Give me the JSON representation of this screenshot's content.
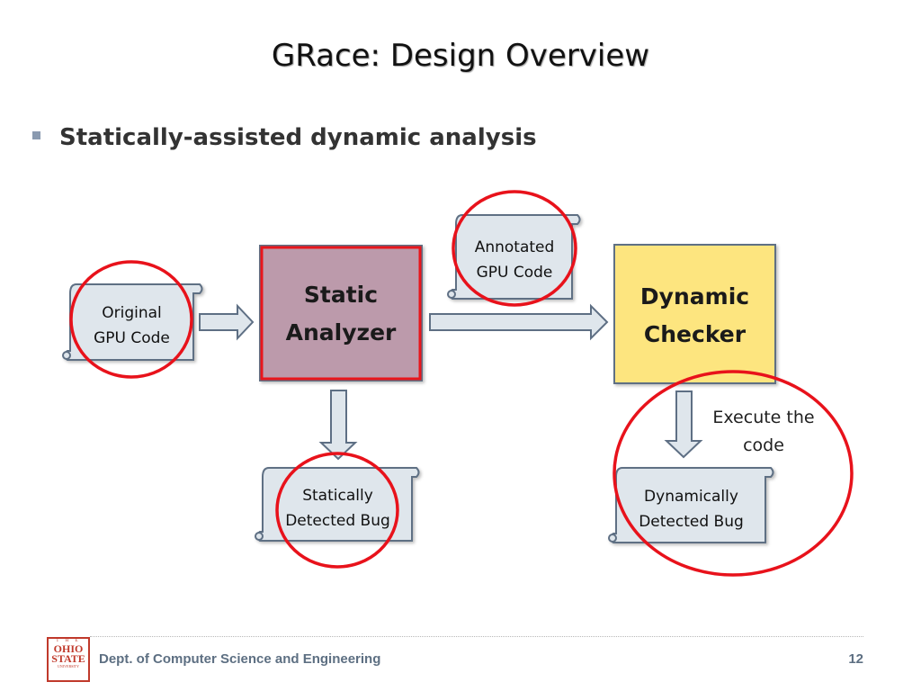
{
  "title": "GRace: Design Overview",
  "bullet": "Statically-assisted dynamic analysis",
  "scrolls": {
    "original": [
      "Original",
      "GPU Code"
    ],
    "annotated": [
      "Annotated",
      "GPU Code"
    ],
    "static_bug": [
      "Statically",
      "Detected Bug"
    ],
    "dynamic_bug": [
      "Dynamically",
      "Detected Bug"
    ]
  },
  "boxes": {
    "static_analyzer": [
      "Static",
      "Analyzer"
    ],
    "dynamic_checker": [
      "Dynamic",
      "Checker"
    ]
  },
  "execute_label": [
    "Execute the",
    "code"
  ],
  "footer": {
    "dept": "Dept. of Computer Science and Engineering",
    "page": "12",
    "logo": {
      "top": "T H E",
      "line1": "OHIO",
      "line2": "STATE",
      "bottom": "UNIVERSITY"
    }
  },
  "colors": {
    "scroll_fill": "#dfe6ec",
    "scroll_stroke": "#5e6f84",
    "static_box": "#bc9aab",
    "dynamic_box": "#fde57f",
    "highlight_circle": "#e8121b",
    "arrow_fill": "#dfe6ec"
  }
}
